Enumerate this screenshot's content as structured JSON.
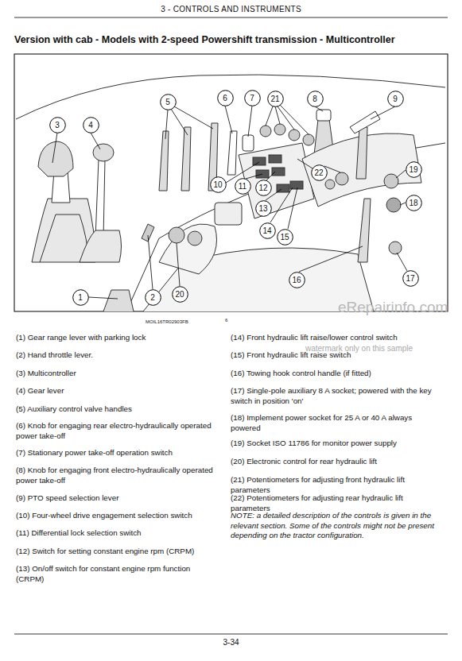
{
  "diagram": {
    "title": "Version with cab - Models with 2-speed Powershift transmission - Multicontroller",
    "nodes": [
      {
        "text": [
          "1"
        ]
      },
      {
        "text": [
          "2"
        ]
      },
      {
        "text": [
          "3"
        ]
      },
      {
        "text": [
          "4"
        ]
      },
      {
        "text": [
          "5"
        ]
      },
      {
        "text": [
          "6"
        ]
      },
      {
        "text": [
          "7"
        ]
      },
      {
        "text": [
          "8"
        ]
      },
      {
        "text": [
          "9"
        ]
      },
      {
        "text": [
          "10"
        ]
      },
      {
        "text": [
          "11"
        ]
      },
      {
        "text": [
          "12"
        ]
      },
      {
        "text": [
          "13"
        ]
      },
      {
        "text": [
          "14"
        ]
      },
      {
        "text": [
          "15"
        ]
      },
      {
        "text": [
          "16"
        ]
      },
      {
        "text": [
          "17"
        ]
      },
      {
        "text": [
          "18"
        ]
      },
      {
        "text": [
          "19"
        ]
      },
      {
        "text": [
          "20"
        ]
      },
      {
        "text": [
          "21"
        ]
      },
      {
        "text": [
          "22"
        ]
      }
    ],
    "labels": [
      "3 - CONTROLS AND INSTRUMENTS",
      "MOIL16TR02903FB",
      "6",
      "(1) Gear range lever with parking lock",
      "(2) Hand throttle lever.",
      "(3) Multicontroller",
      "(4) Gear lever",
      "(5) Auxiliary control valve handles",
      "(6) Knob for engaging rear electro-hydraulically operated power take-off",
      "(7) Stationary power take-off operation switch",
      "(8) Knob for engaging front electro-hydraulically operated power take-off",
      "(9) PTO speed selection lever",
      "(10) Four-wheel drive engagement selection switch",
      "(11) Differential lock selection switch",
      "(12) Switch for setting constant engine rpm (CRPM)",
      "(13) On/off switch for constant engine rpm function (CRPM)",
      "(14) Front hydraulic lift raise/lower control switch",
      "(15) Front hydraulic lift raise switch",
      "(16) Towing hook control handle (if fitted)",
      "(17) Single-pole auxiliary 8 A socket; powered with the key switch in position 'on'",
      "(18) Implement power socket for 25 A or 40 A always powered",
      "(19) Socket ISO 11786 for monitor power supply",
      "(20) Electronic control for rear hydraulic lift",
      "(21) Potentiometers for adjusting front hydraulic lift parameters",
      "(22) Potentiometers for adjusting rear hydraulic lift parameters",
      "NOTE: a detailed description of the controls is given in the relevant section. Some of the controls might not be present depending on the tractor configuration.",
      "3-34",
      "eRepairinfo.com",
      "watermark only on this sample"
    ]
  }
}
